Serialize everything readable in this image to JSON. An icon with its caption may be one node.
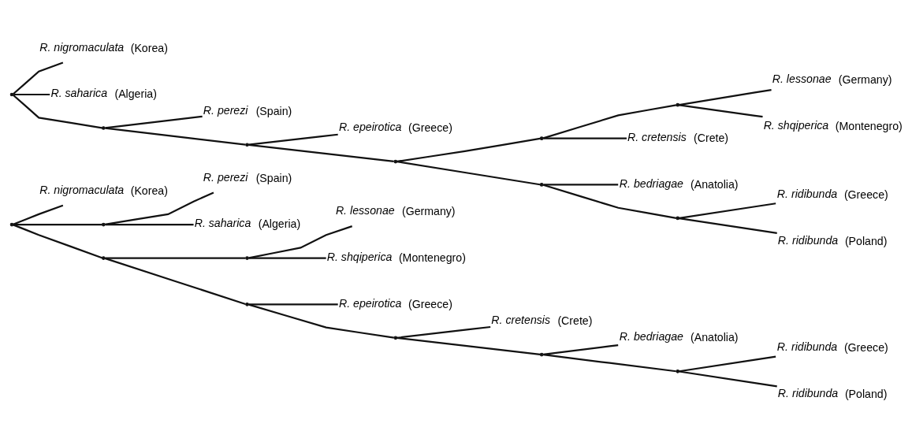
{
  "diagram": {
    "nodes": [
      {
        "text": [],
        "shape": "point"
      },
      {
        "text": [
          "*R. nigromaculata* (Korea)"
        ]
      },
      {
        "text": [],
        "shape": "point"
      },
      {
        "text": [
          "*R. perezi* (Spain)"
        ]
      },
      {
        "text": [
          "*R. saharica* (Algeria)"
        ]
      },
      {
        "text": [],
        "shape": "point"
      },
      {
        "text": [],
        "shape": "point"
      },
      {
        "text": [
          "*R. lessonae* (Germany)"
        ]
      },
      {
        "text": [
          "*R. shqiperica* (Montenegro)"
        ]
      },
      {
        "text": [],
        "shape": "point"
      },
      {
        "text": [
          "*R. epeirotica* (Greece)"
        ]
      },
      {
        "text": [],
        "shape": "point"
      },
      {
        "text": [
          "*R. cretensis* (Crete)"
        ]
      },
      {
        "text": [],
        "shape": "point"
      },
      {
        "text": [
          "*R. bedriagae* (Anatolia)"
        ]
      },
      {
        "text": [],
        "shape": "point"
      },
      {
        "text": [
          "*R. ridibunda* (Greece)"
        ]
      },
      {
        "text": [
          "*R. ridibunda* (Poland)"
        ]
      },
      {
        "text": [],
        "shape": "point"
      },
      {
        "text": [
          "*R. nigromaculata* (Korea)"
        ]
      },
      {
        "text": [
          "*R. saharica* (Algeria)"
        ]
      },
      {
        "text": [],
        "shape": "point"
      },
      {
        "text": [
          "*R. perezi* (Spain)"
        ]
      },
      {
        "text": [],
        "shape": "point"
      },
      {
        "text": [
          "*R. epeirotica* (Greece)"
        ]
      },
      {
        "text": [],
        "shape": "point"
      },
      {
        "text": [],
        "shape": "point"
      },
      {
        "text": [],
        "shape": "point"
      },
      {
        "text": [
          "*R. lessonae* (Germany)"
        ]
      },
      {
        "text": [
          "*R. shqiperica* (Montenegro)"
        ]
      },
      {
        "text": [
          "*R. cretensis* (Crete)"
        ]
      },
      {
        "text": [],
        "shape": "point"
      },
      {
        "text": [
          "*R. bedriagae* (Anatolia)"
        ]
      },
      {
        "text": [],
        "shape": "point"
      },
      {
        "text": [
          "*R. ridibunda* (Greece)"
        ]
      },
      {
        "text": [
          "*R. ridibunda* (Poland)"
        ]
      }
    ],
    "edges": [
      {
        "from": 0,
        "to": 1,
        "arrow": "none"
      },
      {
        "from": 0,
        "to": 2,
        "arrow": "none"
      },
      {
        "from": 0,
        "to": 5,
        "arrow": "none"
      },
      {
        "from": 2,
        "to": 3,
        "arrow": "none"
      },
      {
        "from": 2,
        "to": 4,
        "arrow": "none"
      },
      {
        "from": 5,
        "to": 6,
        "arrow": "none"
      },
      {
        "from": 5,
        "to": 9,
        "arrow": "none"
      },
      {
        "from": 6,
        "to": 7,
        "arrow": "none"
      },
      {
        "from": 6,
        "to": 8,
        "arrow": "none"
      },
      {
        "from": 9,
        "to": 10,
        "arrow": "none"
      },
      {
        "from": 9,
        "to": 11,
        "arrow": "none"
      },
      {
        "from": 11,
        "to": 12,
        "arrow": "none"
      },
      {
        "from": 11,
        "to": 13,
        "arrow": "none"
      },
      {
        "from": 13,
        "to": 14,
        "arrow": "none"
      },
      {
        "from": 13,
        "to": 15,
        "arrow": "none"
      },
      {
        "from": 15,
        "to": 16,
        "arrow": "none"
      },
      {
        "from": 15,
        "to": 17,
        "arrow": "none"
      },
      {
        "from": 18,
        "to": 19,
        "arrow": "none"
      },
      {
        "from": 18,
        "to": 20,
        "arrow": "none"
      },
      {
        "from": 18,
        "to": 21,
        "arrow": "none"
      },
      {
        "from": 21,
        "to": 22,
        "arrow": "none"
      },
      {
        "from": 21,
        "to": 23,
        "arrow": "none"
      },
      {
        "from": 23,
        "to": 24,
        "arrow": "none"
      },
      {
        "from": 23,
        "to": 25,
        "arrow": "none"
      },
      {
        "from": 25,
        "to": 26,
        "arrow": "none"
      },
      {
        "from": 25,
        "to": 31,
        "arrow": "none"
      },
      {
        "from": 26,
        "to": 27,
        "arrow": "none"
      },
      {
        "from": 26,
        "to": 30,
        "arrow": "none"
      },
      {
        "from": 27,
        "to": 28,
        "arrow": "none"
      },
      {
        "from": 27,
        "to": 29,
        "arrow": "none"
      },
      {
        "from": 31,
        "to": 32,
        "arrow": "none"
      },
      {
        "from": 31,
        "to": 33,
        "arrow": "none"
      },
      {
        "from": 33,
        "to": 34,
        "arrow": "none"
      },
      {
        "from": 33,
        "to": 35,
        "arrow": "none"
      }
    ]
  }
}
